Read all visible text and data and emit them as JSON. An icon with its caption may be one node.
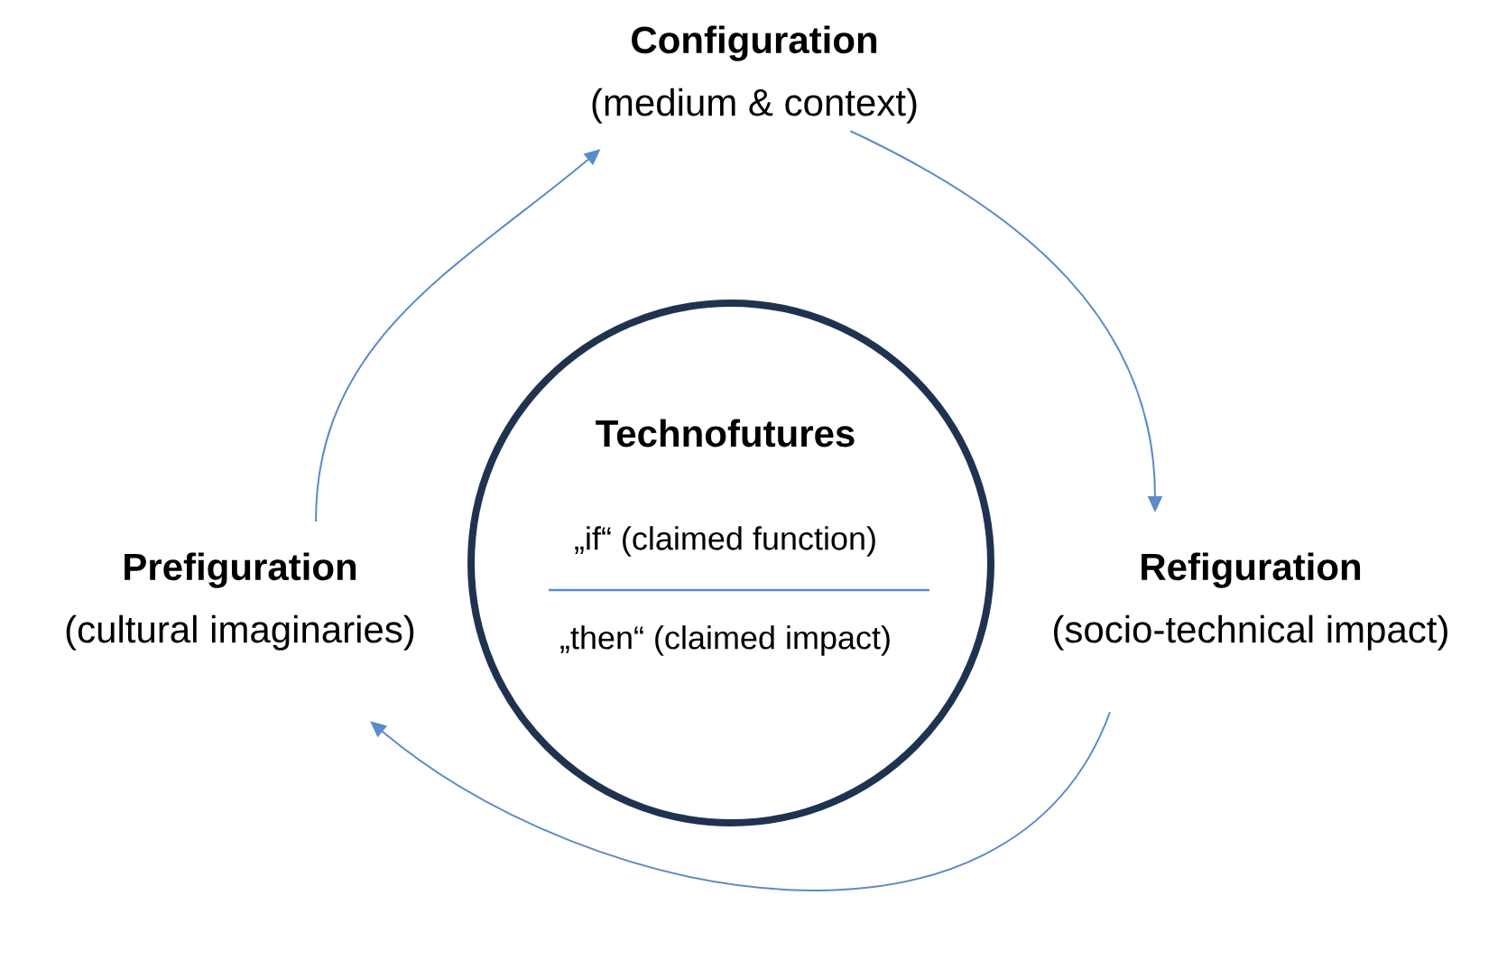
{
  "diagram": {
    "nodes": [
      {
        "text": [
          "Configuration",
          "(medium & context)"
        ]
      },
      {
        "text": [
          "Technofutures",
          "„if“ (claimed function)",
          "„then“ (claimed impact)"
        ]
      },
      {
        "text": [
          "Prefiguration",
          "(cultural imaginaries)"
        ]
      },
      {
        "text": [
          "Refiguration",
          "(socio-technical impact)"
        ]
      }
    ],
    "edges": [
      {
        "from": 2,
        "to": 0,
        "arrow": "to"
      },
      {
        "from": 0,
        "to": 3,
        "arrow": "to"
      },
      {
        "from": 3,
        "to": 2,
        "arrow": "to"
      }
    ]
  }
}
